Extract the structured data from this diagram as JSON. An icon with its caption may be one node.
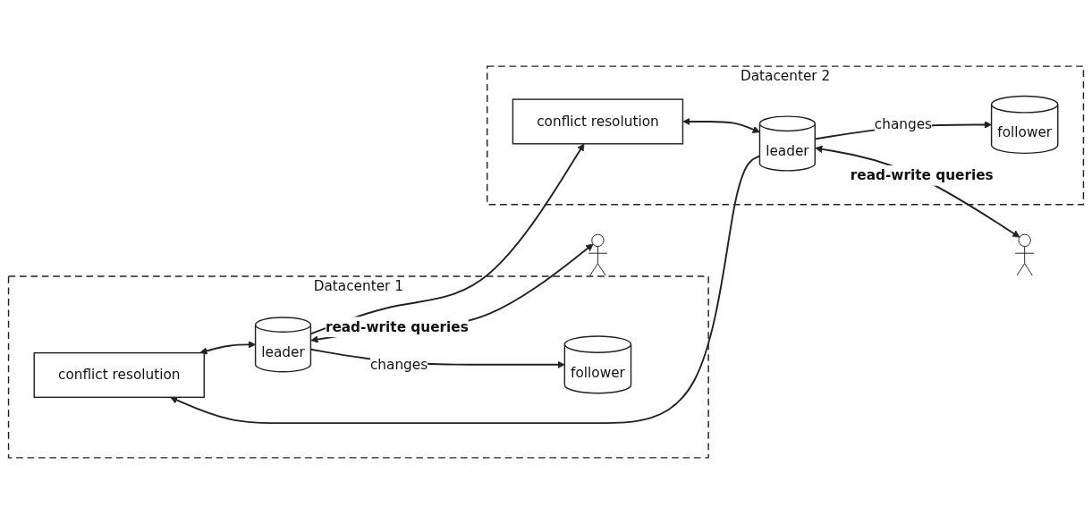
{
  "diagram": {
    "nodes": [
      {
        "text": [
          "Datacenter 1"
        ]
      },
      {
        "text": [
          "conflict resolution"
        ],
        "in": 0
      },
      {
        "text": [
          "leader"
        ],
        "in": 0
      },
      {
        "text": [
          "follower"
        ],
        "in": 0
      },
      {
        "text": [
          "Datacenter 2"
        ]
      },
      {
        "text": [
          "conflict resolution"
        ],
        "in": 4
      },
      {
        "text": [
          "follower"
        ],
        "in": 4
      },
      {
        "text": [
          "leader"
        ],
        "in": 4
      },
      {
        "text": [],
        "shape": "person"
      },
      {
        "text": [],
        "shape": "person"
      }
    ],
    "edges": [
      {
        "from": 1,
        "to": 2,
        "arrow": "both"
      },
      {
        "from": 2,
        "to": 3,
        "arrow": "to",
        "label": "changes"
      },
      {
        "from": 2,
        "to": 5,
        "arrow": "to"
      },
      {
        "from": 5,
        "to": 7,
        "arrow": "both"
      },
      {
        "from": 7,
        "to": 6,
        "arrow": "to",
        "label": "changes"
      },
      {
        "from": 7,
        "to": 1,
        "arrow": "to"
      },
      {
        "from": 2,
        "to": 8,
        "arrow": "both",
        "label": "read-write queries"
      },
      {
        "from": 7,
        "to": 9,
        "arrow": "both",
        "label": "read-write queries"
      }
    ]
  }
}
